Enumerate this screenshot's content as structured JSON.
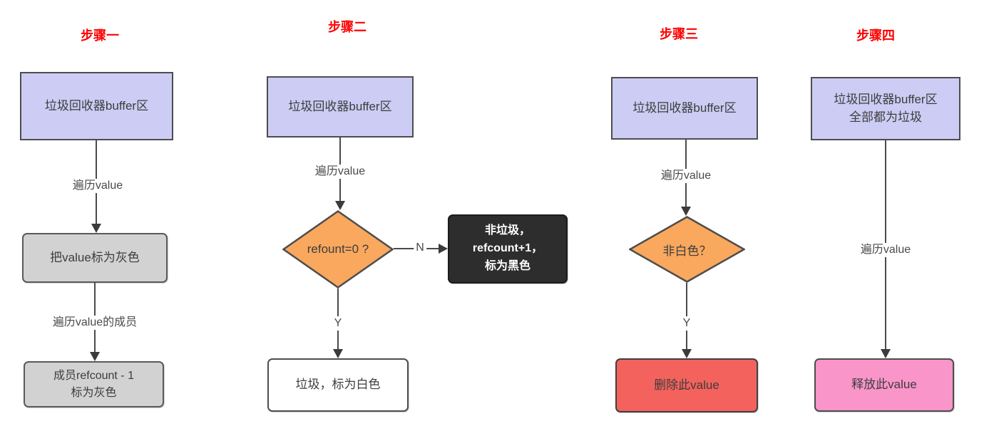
{
  "diagram": {
    "columns": [
      {
        "title": "步骤一",
        "buffer_box": "垃圾回收器buffer区",
        "edge1_label": "遍历value",
        "mark_gray_box": "把value标为灰色",
        "edge2_label": "遍历value的成员",
        "member_box_line1": "成员refcount - 1",
        "member_box_line2": "标为灰色"
      },
      {
        "title": "步骤二",
        "buffer_box": "垃圾回收器buffer区",
        "edge1_label": "遍历value",
        "decision": "refount=0 ?",
        "no_label": "N",
        "not_garbage_box_line1": "非垃圾，",
        "not_garbage_box_line2": "refcount+1，",
        "not_garbage_box_line3": "标为黑色",
        "yes_label": "Y",
        "garbage_box": "垃圾，标为白色"
      },
      {
        "title": "步骤三",
        "buffer_box": "垃圾回收器buffer区",
        "edge1_label": "遍历value",
        "decision": "非白色？",
        "yes_label": "Y",
        "delete_box": "删除此value"
      },
      {
        "title": "步骤四",
        "buffer_box_line1": "垃圾回收器buffer区",
        "buffer_box_line2": "全部都为垃圾",
        "edge1_label": "遍历value",
        "release_box": "释放此value"
      }
    ],
    "colors": {
      "buffer_fill": "#ccccf4",
      "gray_fill": "#d2d2d2",
      "decision_fill": "#f9a85e",
      "black_fill": "#2d2d2d",
      "white_fill": "#ffffff",
      "red_fill": "#f4625d",
      "pink_fill": "#f995c9",
      "title_red": "#fe0000",
      "line": "#4a4a4a"
    }
  }
}
